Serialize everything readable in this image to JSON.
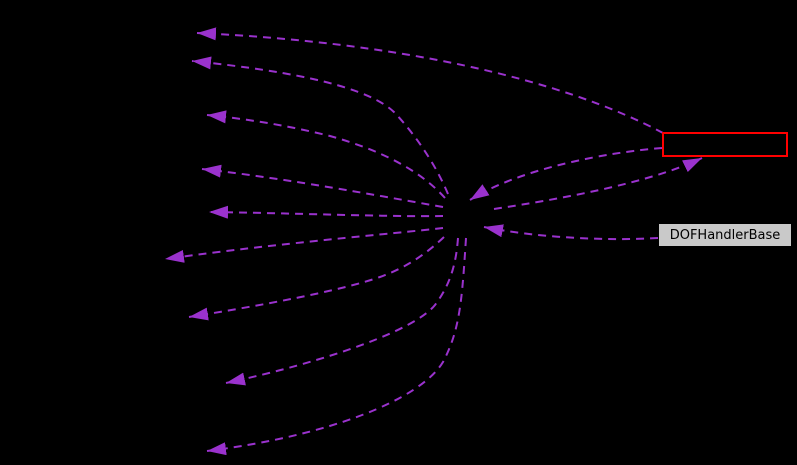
{
  "diagram": {
    "type": "collaboration-graph",
    "nodes": {
      "current": {
        "label": "",
        "role": "current-class (red highlight, text not visible)"
      },
      "base": {
        "label": "DOFHandlerBase"
      },
      "center": {
        "label": ""
      }
    },
    "edges": {
      "style": "dashed",
      "arrow_glyph": "filled-triangle",
      "count": 12
    },
    "colors": {
      "background": "#000000",
      "edge": "#9a32cd",
      "current_border": "#ff0000",
      "node_fill": "#c9c9c9",
      "node_text": "#000000"
    }
  }
}
